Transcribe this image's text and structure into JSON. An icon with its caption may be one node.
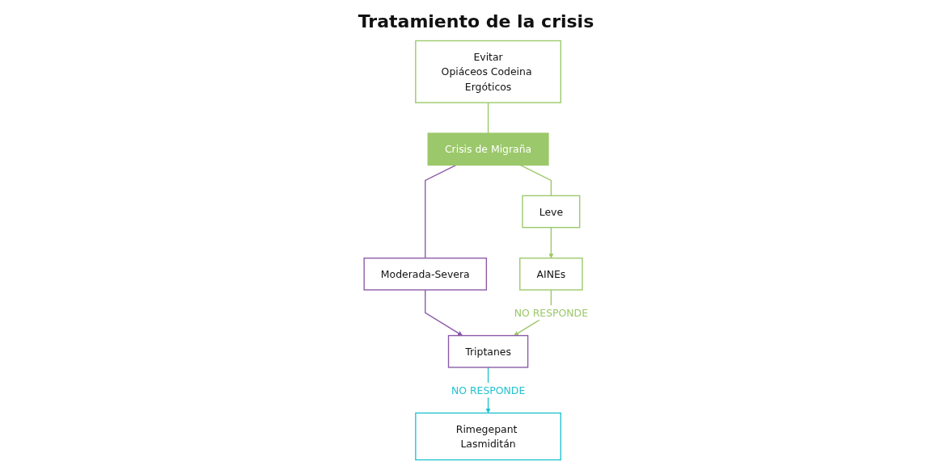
{
  "diagram": {
    "title": "Tratamiento de la crisis",
    "nodes": [
      {
        "text": [
          "Evitar",
          "Opiáceos Codeina Ergóticos"
        ]
      },
      {
        "text": [
          "Crisis de Migraña"
        ]
      },
      {
        "text": [
          "Leve"
        ]
      },
      {
        "text": [
          "Moderada-Severa"
        ]
      },
      {
        "text": [
          "AINEs"
        ]
      },
      {
        "text": [
          "Triptanes"
        ]
      },
      {
        "text": [
          "Rimegepant Lasmiditán"
        ]
      }
    ],
    "edges": [
      {
        "from": 0,
        "to": 1,
        "arrow": "none"
      },
      {
        "from": 1,
        "to": 2,
        "arrow": "none"
      },
      {
        "from": 1,
        "to": 3,
        "arrow": "none",
        "color": "#8b5aa8"
      },
      {
        "from": 2,
        "to": 4,
        "arrow": "to"
      },
      {
        "from": 3,
        "to": 5,
        "arrow": "to",
        "color": "#8b5aa8"
      },
      {
        "from": 4,
        "to": 5,
        "arrow": "to",
        "label": "NO RESPONDE"
      },
      {
        "from": 5,
        "to": 6,
        "arrow": "to",
        "label": "NO RESPONDE",
        "color": "#22c3d0"
      }
    ]
  }
}
